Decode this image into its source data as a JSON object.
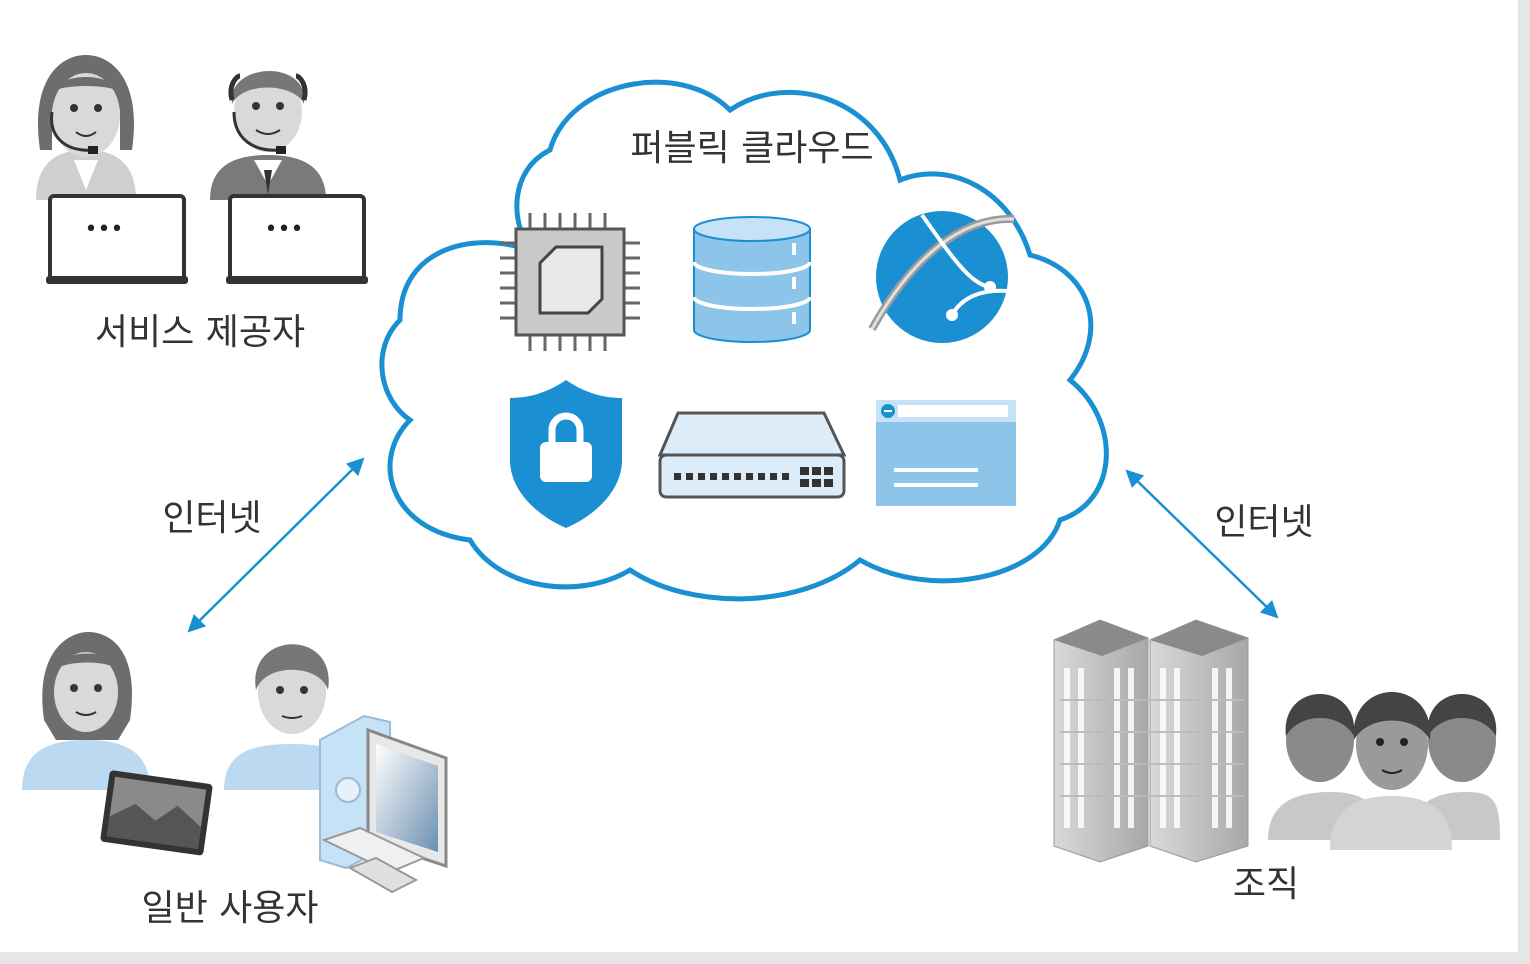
{
  "diagram": {
    "cloud_label": "퍼블릭 클라우드",
    "service_provider_label": "서비스 제공자",
    "internet_left_label": "인터넷",
    "internet_right_label": "인터넷",
    "general_users_label": "일반 사용자",
    "organization_label": "조직",
    "laptop_screen_text": "•••",
    "colors": {
      "accent": "#1a8fd1",
      "accent_light": "#8cc4ea",
      "gray_dark": "#555555",
      "gray_light": "#d6d6d6"
    },
    "cloud_icons": [
      "cpu-icon",
      "database-icon",
      "globe-network-icon",
      "security-shield-icon",
      "network-switch-icon",
      "web-window-icon"
    ]
  }
}
